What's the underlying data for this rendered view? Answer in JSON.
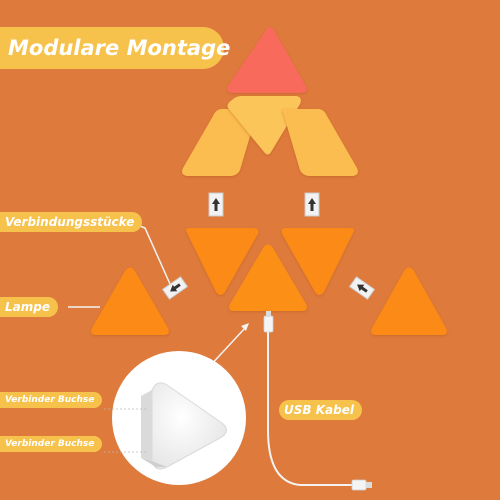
{
  "title": "Modulare Montage",
  "labels": {
    "connectors": "Verbindungsstücke",
    "lamp": "Lampe",
    "socket_top": "Verbinder Buchse",
    "socket_bottom": "Verbinder Buchse",
    "usb": "USB Kabel"
  },
  "colors": {
    "background": "#de7a3c",
    "label_fill": "#f7c24c",
    "panel_red": "#f76a5c",
    "panel_yellow": "#fbbd4f",
    "panel_orange": "#fb8a12",
    "panel_white": "#f2f2f2"
  },
  "icons": {
    "connector": "connector-clip-icon",
    "usb_plug": "usb-plug-icon",
    "arrow": "up-arrow-icon"
  }
}
